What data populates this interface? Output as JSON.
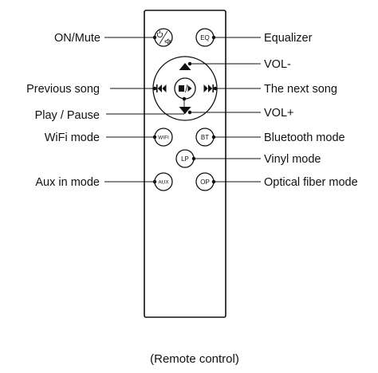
{
  "labels": {
    "on_mute": "ON/Mute",
    "equalizer": "Equalizer",
    "vol_down": "VOL-",
    "previous_song": "Previous song",
    "next_song": "The next song",
    "play_pause": "Play / Pause",
    "vol_up": "VOL+",
    "wifi_mode": "WiFi mode",
    "bluetooth_mode": "Bluetooth mode",
    "vinyl_mode": "Vinyl mode",
    "aux_in_mode": "Aux in mode",
    "optical_fiber_mode": "Optical fiber mode"
  },
  "buttons": {
    "eq": "EQ",
    "wifi": "WIFI",
    "bt": "BT",
    "lp": "LP",
    "aux": "AUX",
    "op": "OP"
  },
  "caption": "(Remote control)",
  "colors": {
    "line": "#111111",
    "remote_fill": "#ffffff"
  }
}
